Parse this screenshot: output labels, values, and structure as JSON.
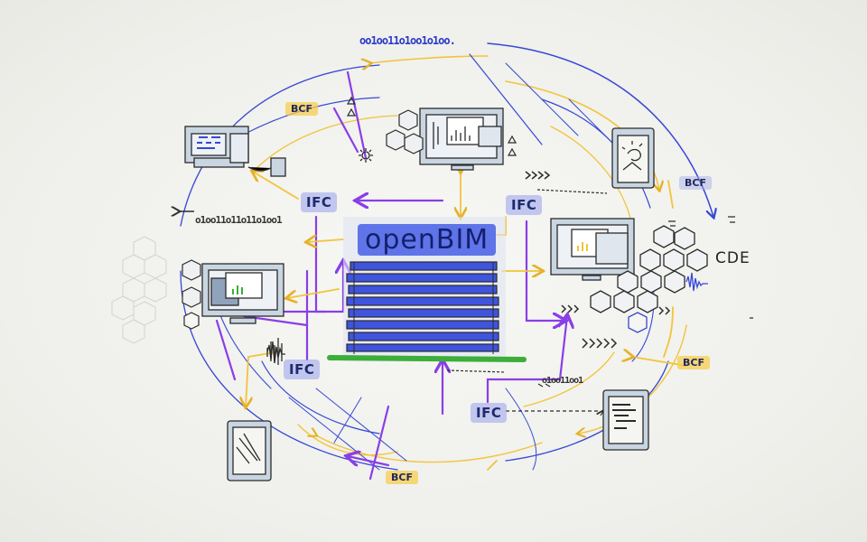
{
  "title": "openBIM",
  "labels": {
    "ifc_left": "IFC",
    "ifc_right": "IFC",
    "ifc_lower_left": "IFC",
    "ifc_bottom": "IFC",
    "bcf_top_left": "BCF",
    "bcf_right_top": "BCF",
    "bcf_right_bottom": "BCF",
    "bcf_bottom": "BCF",
    "cde": "CDE"
  },
  "binary": {
    "top": "oo1oo11o1oo1o1oo.",
    "left": "o1oo11o11o11o1oo1",
    "bottom": "o1oo11oo1"
  },
  "colors": {
    "blue": "#3548d6",
    "purple": "#8a3ee6",
    "yellow": "#f2c43a",
    "green": "#3cae3a",
    "ink": "#2b2b2b",
    "device_fill": "#c9d6e2"
  },
  "icons": [
    "monitor-icon",
    "tablet-icon",
    "hexagon-icon",
    "gear-icon",
    "sound-wave-icon",
    "building-icon"
  ]
}
